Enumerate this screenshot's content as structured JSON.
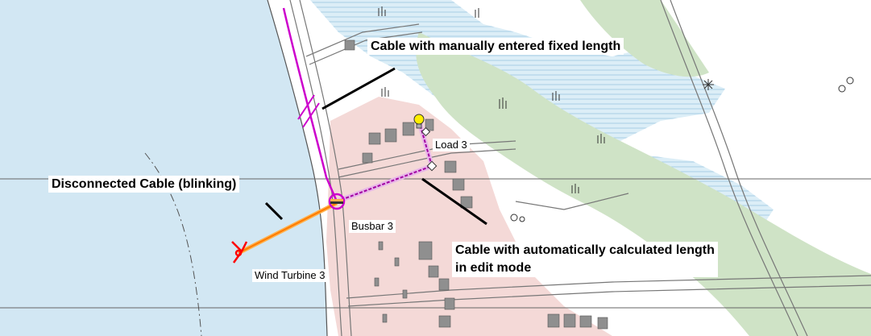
{
  "callouts": {
    "fixed_length": "Cable with manually entered fixed length",
    "disconnected": "Disconnected Cable (blinking)",
    "auto_length_line1": "Cable with automatically calculated length",
    "auto_length_line2": "in edit mode"
  },
  "labels": {
    "load": "Load 3",
    "busbar": "Busbar 3",
    "turbine": "Wind Turbine 3"
  },
  "colors": {
    "water": "#d2e7f3",
    "land_green": "#cfe3c6",
    "built_area": "#f4d9d7",
    "building": "#8f8f8f",
    "fixed_cable": "#cc00cc",
    "auto_cable": "#a100a1",
    "disconnected_cable": "#ff7a00",
    "turbine": "#ff0000",
    "load_bulb": "#ffee00"
  },
  "icons": [
    "wind-turbine-icon",
    "load-bulb-icon",
    "busbar-icon"
  ]
}
